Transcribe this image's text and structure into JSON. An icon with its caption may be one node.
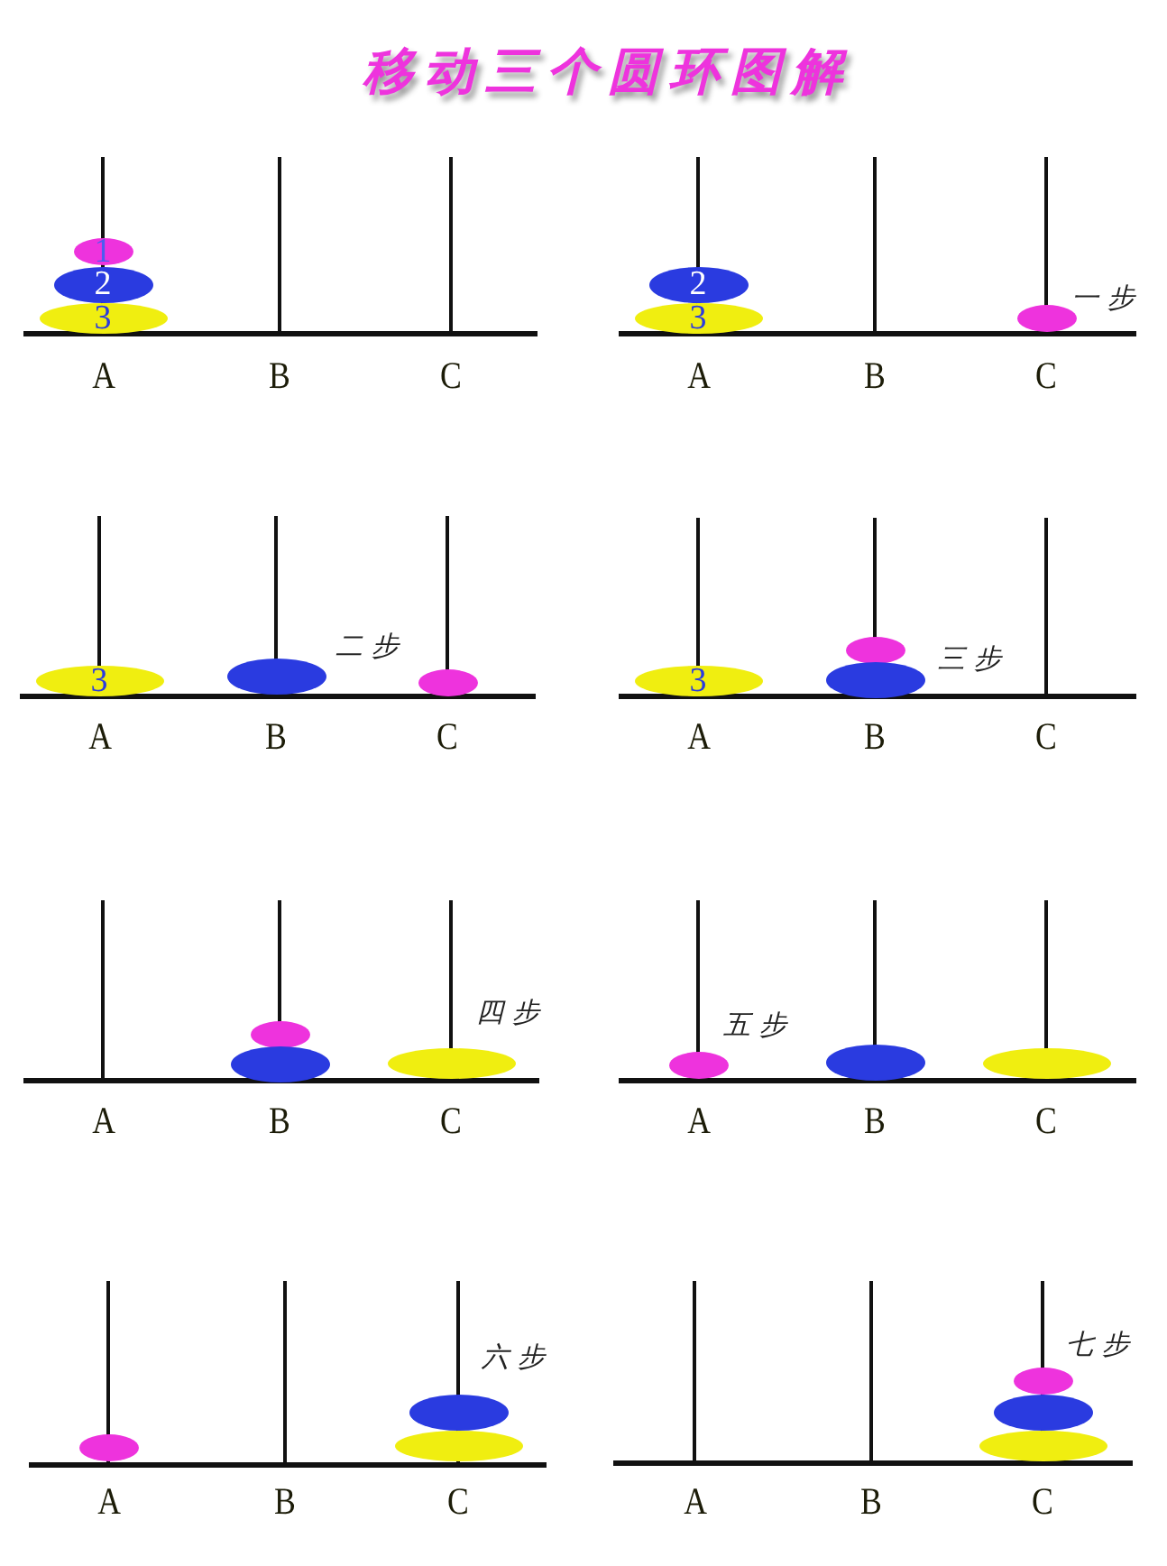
{
  "diagram": {
    "title": "移动三个圆环图解",
    "nodes": [
      {
        "text": [
          "1"
        ]
      },
      {
        "text": [
          "2"
        ]
      },
      {
        "text": [
          "3"
        ]
      },
      {
        "text": [
          "2"
        ]
      },
      {
        "text": [
          "3"
        ]
      },
      {
        "text": [],
        "shape": "ellipse"
      },
      {
        "text": [
          "3"
        ]
      },
      {
        "text": [],
        "shape": "ellipse"
      },
      {
        "text": [],
        "shape": "ellipse"
      },
      {
        "text": [
          "3"
        ]
      },
      {
        "text": [],
        "shape": "ellipse"
      },
      {
        "text": [],
        "shape": "ellipse"
      },
      {
        "text": [],
        "shape": "ellipse"
      },
      {
        "text": [],
        "shape": "ellipse"
      },
      {
        "text": [],
        "shape": "ellipse"
      },
      {
        "text": [],
        "shape": "ellipse"
      },
      {
        "text": [],
        "shape": "ellipse"
      },
      {
        "text": [],
        "shape": "ellipse"
      },
      {
        "text": [],
        "shape": "ellipse"
      },
      {
        "text": [],
        "shape": "ellipse"
      },
      {
        "text": [],
        "shape": "ellipse"
      },
      {
        "text": [],
        "shape": "ellipse"
      },
      {
        "text": [],
        "shape": "ellipse"
      },
      {
        "text": [],
        "shape": "ellipse"
      }
    ],
    "labels": [
      "A",
      "B",
      "C",
      "一步",
      "A",
      "B",
      "C",
      "二步",
      "A",
      "B",
      "C",
      "三步",
      "A",
      "B",
      "C",
      "四步",
      "A",
      "B",
      "C",
      "五步",
      "A",
      "B",
      "C",
      "六步",
      "A",
      "B",
      "C",
      "七步",
      "A",
      "B",
      "C"
    ]
  }
}
